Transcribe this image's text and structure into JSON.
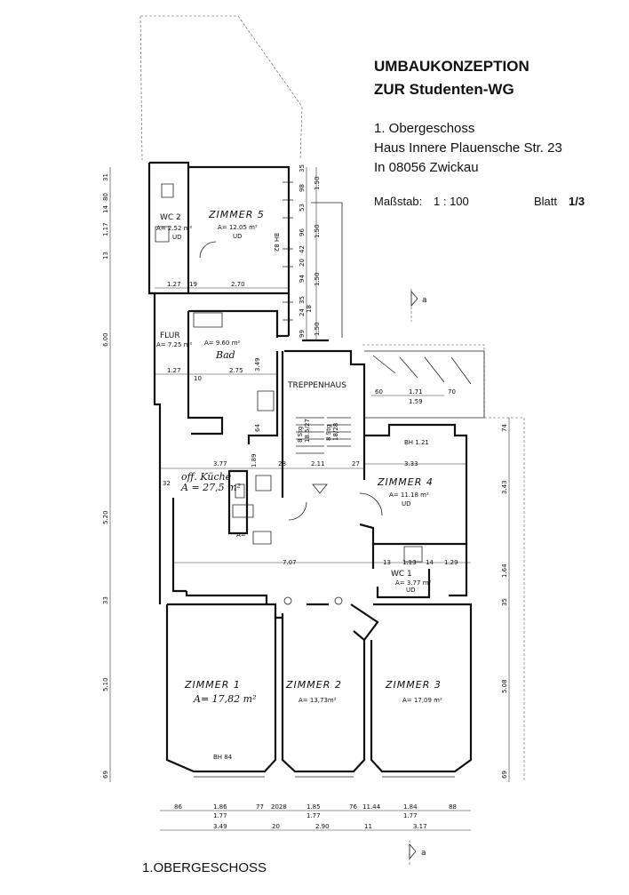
{
  "header": {
    "title_line1": "UMBAUKONZEPTION",
    "title_line2": "ZUR Studenten-WG",
    "floor": "1. Obergeschoss",
    "address": "Haus Innere Plauensche Str. 23",
    "city": "In 08056 Zwickau",
    "scale_label": "Maßstab:",
    "scale_value": "1  :  100",
    "sheet_label": "Blatt",
    "sheet_value": "1/3"
  },
  "section_marker": "a",
  "footer_title": "1.OBERGESCHOSS",
  "rooms": {
    "zimmer5": {
      "name": "ZIMMER 5",
      "area": "A= 12.05 m²",
      "floor": "UD",
      "bh": "BH 82"
    },
    "wc2": {
      "name": "WC 2",
      "area": "A= 2.52 m²",
      "floor": "UD"
    },
    "flur": {
      "name": "FLUR",
      "area": "A= 7.25 m²"
    },
    "bad": {
      "name": "Bad",
      "area": "A= 9.60 m²"
    },
    "treppenhaus": {
      "name": "TREPPENHAUS",
      "steps1": "8 Stg",
      "steps1b": "18.5/27",
      "steps2": "8 Stg",
      "steps2b": "18/28"
    },
    "kueche": {
      "name": "off. Küche",
      "area": "A = 27,5 m²",
      "small": "A="
    },
    "zimmer4": {
      "name": "ZIMMER 4",
      "area": "A= 11.18 m²",
      "floor": "UD",
      "bh": "BH 1.21"
    },
    "wc1": {
      "name": "WC 1",
      "area": "A= 3.77 m²",
      "floor": "UD"
    },
    "zimmer1": {
      "name": "ZIMMER 1",
      "area": "A= 17,82 m²",
      "bh": "BH 84"
    },
    "zimmer2": {
      "name": "ZIMMER 2",
      "area": "A= 13,73m²"
    },
    "zimmer3": {
      "name": "ZIMMER 3",
      "area": "A= 17,09 m²"
    }
  },
  "dims": {
    "z5_left": "1.27",
    "z5_mid": "19",
    "z5_w": "2.70",
    "flur_left": "1.27",
    "flur_10": "10",
    "bad_w": "2.75",
    "bad_349": "3.49",
    "stair_60": "60",
    "stair_171": "1.71",
    "stair_159": "1.59",
    "stair_70": "70",
    "k_377": "3.77",
    "k_32": "32",
    "k_28": "28",
    "k_211": "2.11",
    "k_27": "27",
    "k_333": "3.33",
    "k_189": "1.89",
    "k_64": "64",
    "h_707": "7.07",
    "h_13": "13",
    "h_113": "1.13",
    "h_14": "14",
    "h_129": "1.29",
    "left_v": [
      "31",
      "80",
      "14",
      "1.17",
      "13",
      "6.00",
      "5.20",
      "33",
      "5.10",
      "69"
    ],
    "right_v": [
      "35",
      "98",
      "53",
      "96",
      "42",
      "20",
      "94",
      "35",
      "24",
      "18",
      "99"
    ],
    "right_v2": [
      "1.50",
      "1.50",
      "1.50",
      "1.50"
    ],
    "far_right": [
      "74",
      "3.43",
      "1.64",
      "35",
      "5.08",
      "69"
    ],
    "bottom_row1": [
      "86",
      "1.86",
      "77",
      "2028",
      "1.85",
      "76",
      "11.44",
      "1.84",
      "88"
    ],
    "bottom_row2": [
      "1.77",
      "1.77",
      "1.77"
    ],
    "bottom_row3": [
      "3.49",
      "20",
      "2.90",
      "11",
      "3.17"
    ]
  }
}
